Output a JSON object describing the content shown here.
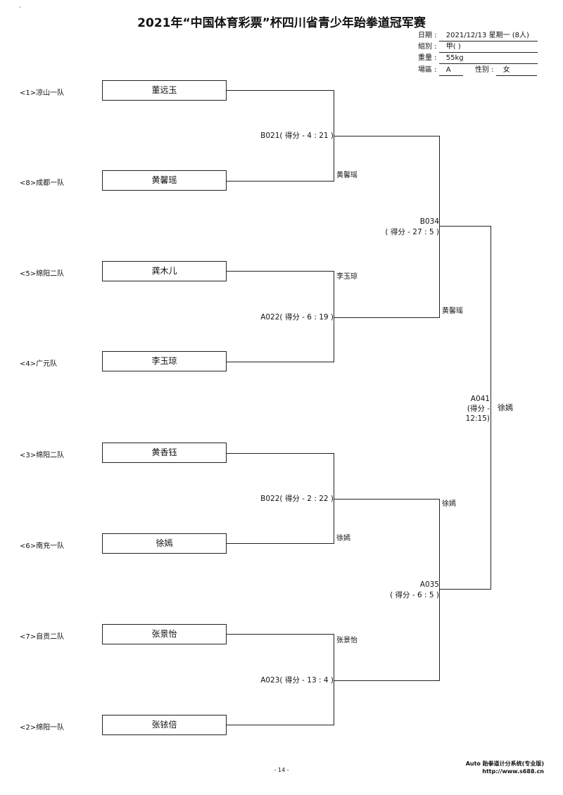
{
  "header": {
    "title": "2021年“中国体育彩票”杯四川省青少年跆拳道冠军赛",
    "corner_mark": "'"
  },
  "info": {
    "date_label": "日期 :",
    "date_value": "2021/12/13 星期一 (8人)",
    "group_label": "組別 :",
    "group_value": "甲( )",
    "weight_label": "重量 :",
    "weight_value": "55kg",
    "venue_label": "場區 :",
    "venue_value": "A",
    "gender_label": "性别 :",
    "gender_value": "女"
  },
  "entrants": [
    {
      "seed": "<1>凉山一队",
      "name": "董远玉"
    },
    {
      "seed": "<8>成都一队",
      "name": "黄馨瑶"
    },
    {
      "seed": "<5>绵阳二队",
      "name": "龚木儿"
    },
    {
      "seed": "<4>广元队",
      "name": "李玉琼"
    },
    {
      "seed": "<3>绵阳二队",
      "name": "黄香钰"
    },
    {
      "seed": "<6>南充一队",
      "name": "徐嫣"
    },
    {
      "seed": "<7>自贡二队",
      "name": "张景怡"
    },
    {
      "seed": "<2>绵阳一队",
      "name": "张铱倍"
    }
  ],
  "round1": [
    {
      "match": "B021( 得分 - 4 : 21 )",
      "winner": "黄馨瑶"
    },
    {
      "match": "A022( 得分 - 6 : 19 )",
      "winner": "李玉琼"
    },
    {
      "match": "B022( 得分 - 2 : 22 )",
      "winner": "徐嫣"
    },
    {
      "match": "A023( 得分 - 13 : 4 )",
      "winner": "张景怡"
    }
  ],
  "round2": [
    {
      "match_id": "B034",
      "score": "( 得分 - 27 : 5 )",
      "winner": "黄馨瑶"
    },
    {
      "match_id": "A035",
      "score": "( 得分 - 6 : 5 )",
      "winner": "徐嫣"
    }
  ],
  "final": {
    "match_id": "A041",
    "score_line1": "(得分 -",
    "score_line2": "12:15)",
    "winner": "徐嫣"
  },
  "footer": {
    "page": "- 14 -",
    "software": "Auto 跆拳道计分系统(专业版)",
    "url": "http://www.s688.cn"
  }
}
